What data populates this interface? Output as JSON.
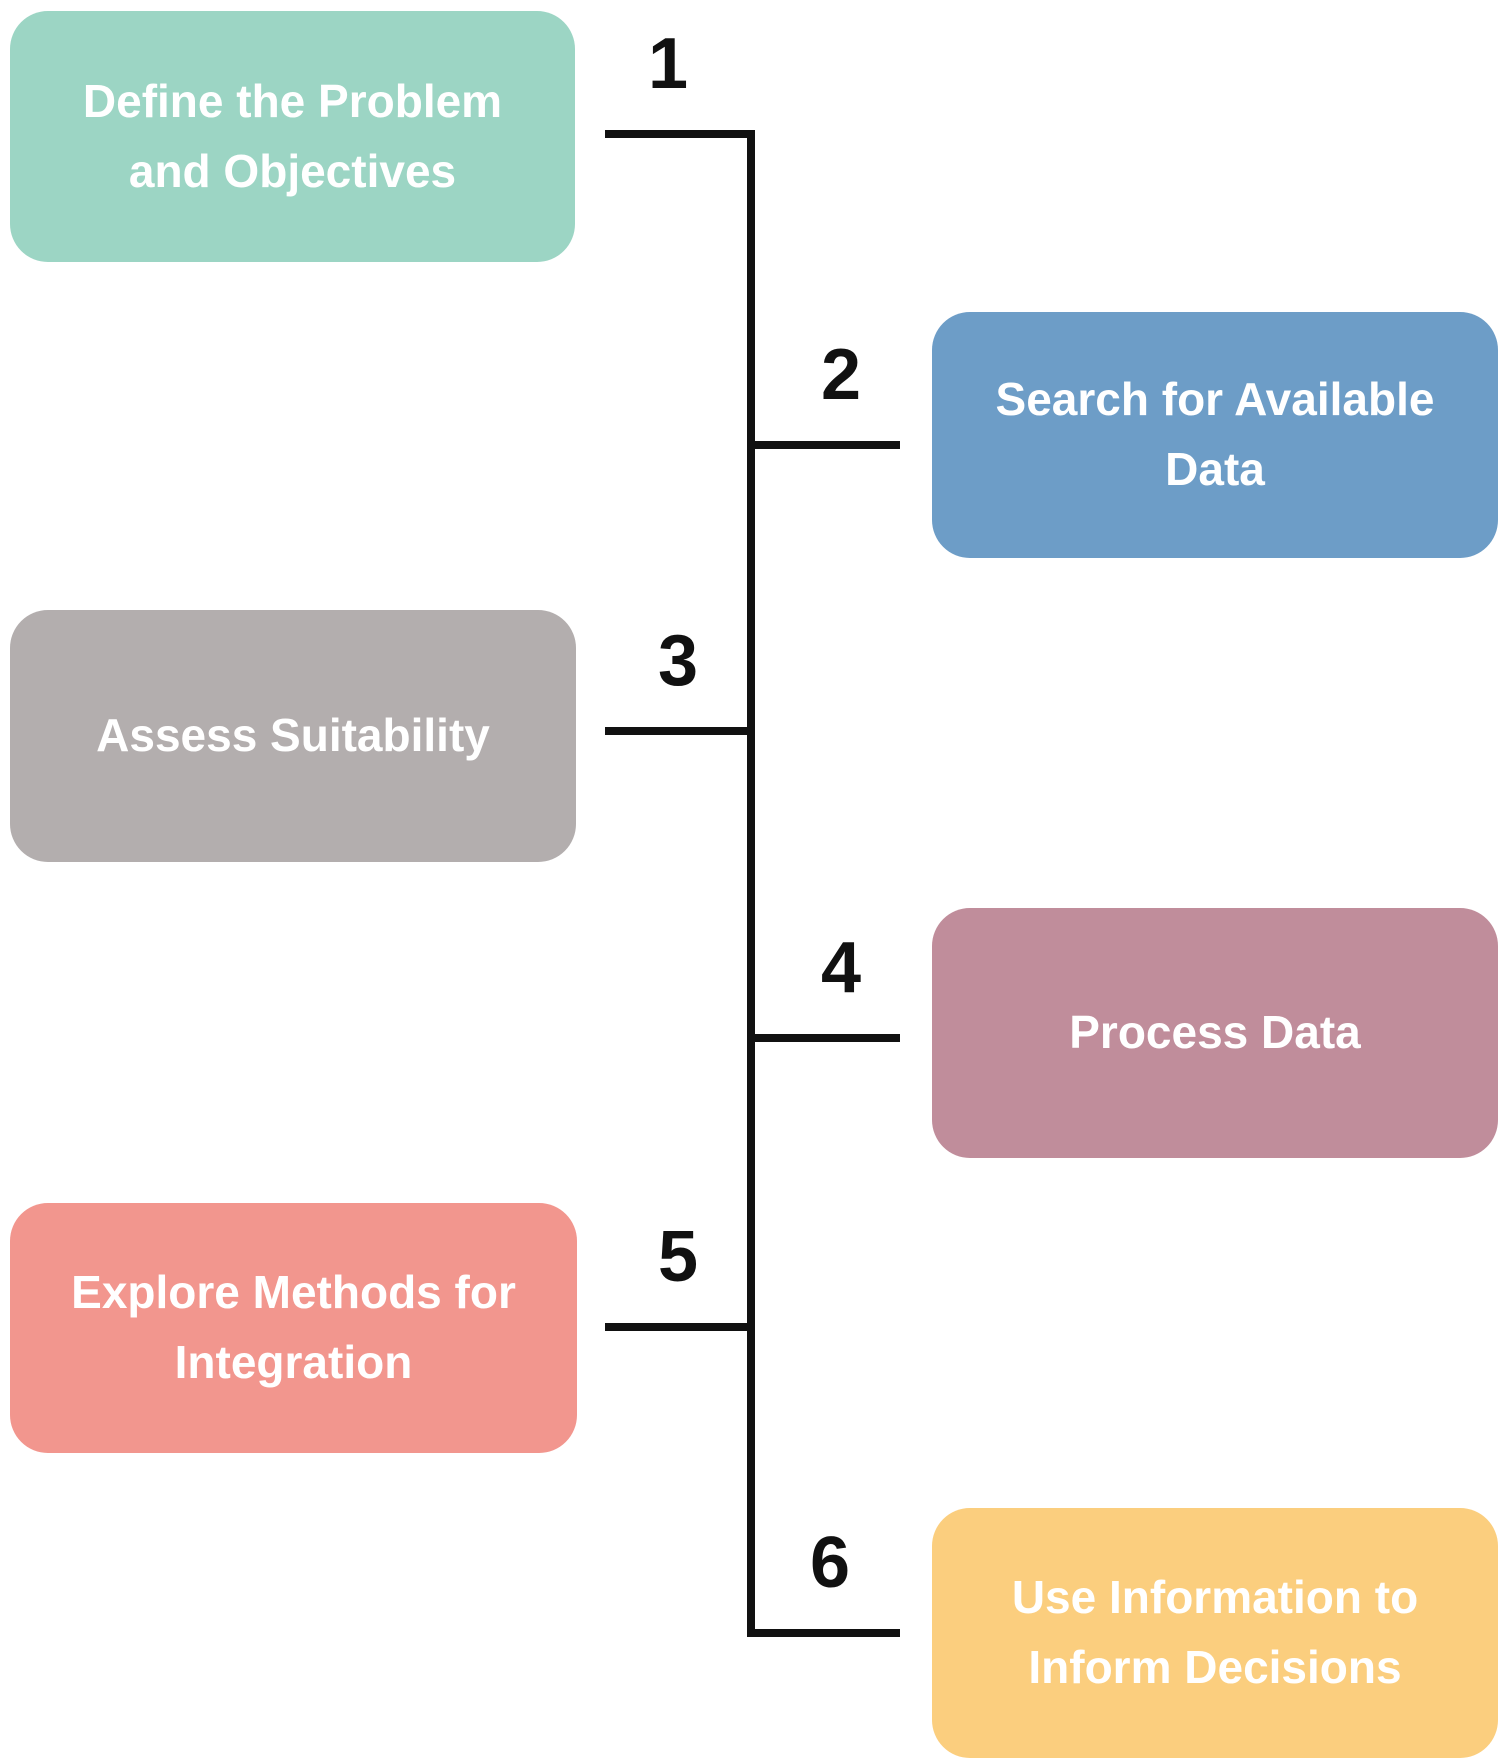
{
  "diagram": {
    "line_color": "#111111",
    "text_color": "#ffffff",
    "steps": [
      {
        "number": "1",
        "label": "Define the Problem and Objectives",
        "color": "#9CD5C4",
        "side": "left"
      },
      {
        "number": "2",
        "label": "Search for Available Data",
        "color": "#6D9DC7",
        "side": "right"
      },
      {
        "number": "3",
        "label": "Assess Suitability",
        "color": "#B3AEAE",
        "side": "left"
      },
      {
        "number": "4",
        "label": "Process Data",
        "color": "#C08D9B",
        "side": "right"
      },
      {
        "number": "5",
        "label": "Explore Methods for Integration",
        "color": "#F2968E",
        "side": "left"
      },
      {
        "number": "6",
        "label": "Use Information to Inform Decisions",
        "color": "#FBCE7E",
        "side": "right"
      }
    ]
  }
}
